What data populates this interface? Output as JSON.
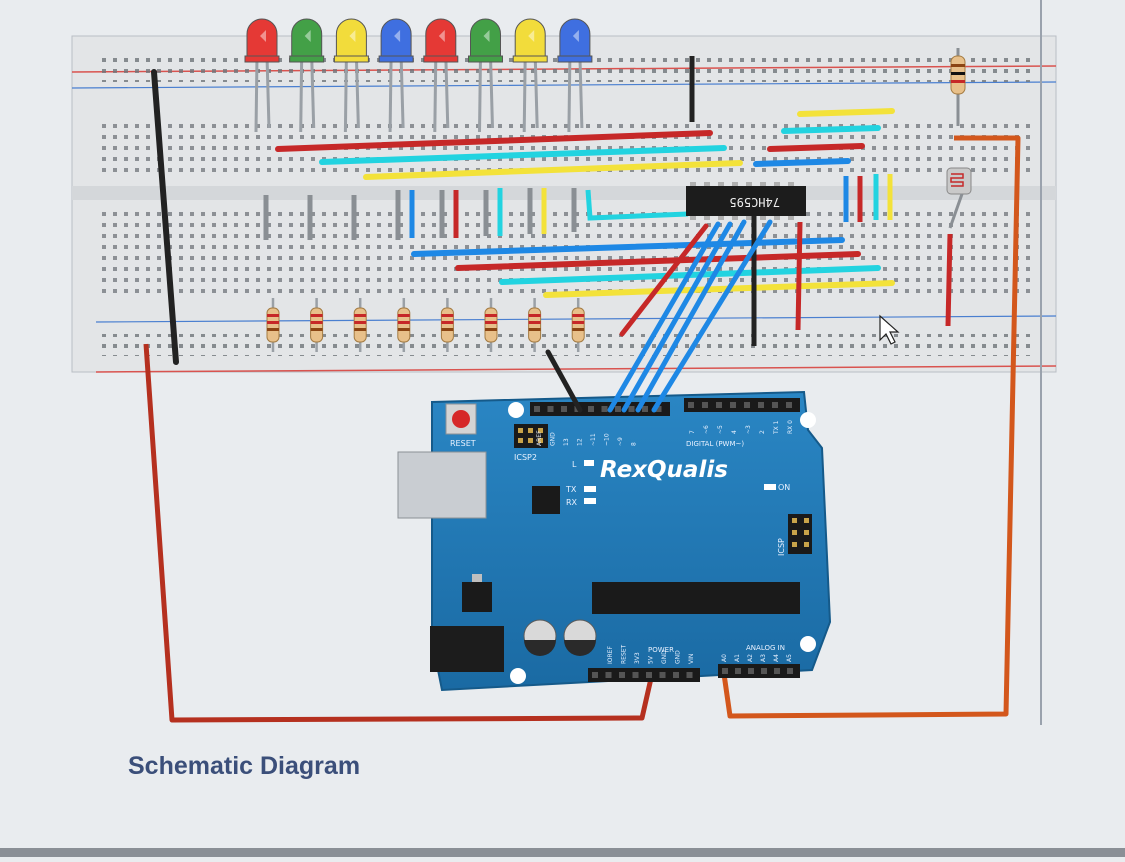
{
  "caption": "Schematic Diagram",
  "colors": {
    "breadboard": "#e4e6e8",
    "board": "#1f78b4",
    "rail_red": "#d9534f",
    "rail_blue": "#4a7fd0",
    "wire_red": "#c62828",
    "wire_blue": "#1e88e5",
    "wire_cyan": "#22d3e0",
    "wire_yellow": "#f3e23a",
    "wire_black": "#222222",
    "wire_orange": "#d3571c"
  },
  "leds": [
    "red",
    "green",
    "yellow",
    "blue",
    "red",
    "green",
    "yellow",
    "blue"
  ],
  "chip": {
    "label": "74HC595"
  },
  "board": {
    "brand": "RexQualis",
    "reset_label": "RESET",
    "icsp2_label": "ICSP2",
    "icsp_label": "ICSP",
    "l_label": "L",
    "tx_label": "TX",
    "rx_label": "RX",
    "on_label": "ON",
    "digital_label": "DIGITAL (PWM~)",
    "power_label": "POWER",
    "analog_label": "ANALOG IN",
    "top_pins": [
      "AREF",
      "GND",
      "13",
      "12",
      "~11",
      "~10",
      "~9",
      "8"
    ],
    "digital_pins": [
      "7",
      "~6",
      "~5",
      "4",
      "~3",
      "2",
      "TX 1",
      "RX 0"
    ],
    "power_pins": [
      "IOREF",
      "RESET",
      "3V3",
      "5V",
      "GND",
      "GND",
      "VIN"
    ],
    "analog_pins": [
      "A0",
      "A1",
      "A2",
      "A3",
      "A4",
      "A5"
    ]
  }
}
